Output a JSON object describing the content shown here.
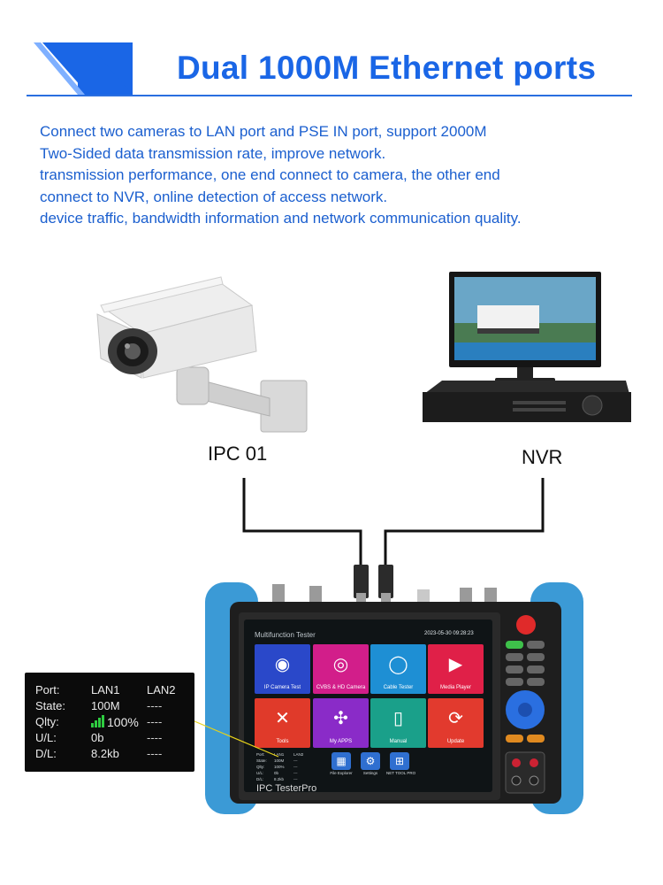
{
  "header": {
    "title": "Dual 1000M Ethernet ports",
    "accent_color": "#1a66e6"
  },
  "description": {
    "lines": [
      "Connect two cameras to LAN port and PSE IN port, support 2000M",
      "Two-Sided data transmission rate, improve network.",
      "transmission performance, one end connect to camera, the other end",
      "connect to NVR, online detection of access network.",
      "device traffic, bandwidth information and network communication quality."
    ]
  },
  "devices": {
    "ipc_label": "IPC 01",
    "nvr_label": "NVR"
  },
  "info_panel": {
    "rows": [
      {
        "label": "Port:",
        "lan1": "LAN1",
        "lan2": "LAN2"
      },
      {
        "label": "State:",
        "lan1": "100M",
        "lan2": "----"
      },
      {
        "label": "Qlty:",
        "lan1": "100%",
        "lan2": "----"
      },
      {
        "label": "U/L:",
        "lan1": "0b",
        "lan2": "----"
      },
      {
        "label": "D/L:",
        "lan1": "8.2kb",
        "lan2": "----"
      }
    ],
    "signal_color": "#2ecc40"
  },
  "screen": {
    "title": "Multifunction Tester",
    "status": "2023-05-30 09:28:23",
    "tiles": [
      {
        "label": "IP Camera Test",
        "icon": "ip-camera-icon",
        "color": "#2a48c9"
      },
      {
        "label": "CVBS & HD Camera",
        "icon": "cvbs-camera-icon",
        "color": "#d21e8a"
      },
      {
        "label": "Cable Tester",
        "icon": "cable-tester-icon",
        "color": "#1e8fd4"
      },
      {
        "label": "Media Player",
        "icon": "media-player-icon",
        "color": "#e02048"
      },
      {
        "label": "Tools",
        "icon": "tools-icon",
        "color": "#e03a2a"
      },
      {
        "label": "My APPS",
        "icon": "apps-icon",
        "color": "#8a2bc8"
      },
      {
        "label": "Manual",
        "icon": "manual-icon",
        "color": "#1aa08a"
      },
      {
        "label": "Update",
        "icon": "update-icon",
        "color": "#e23a2e"
      }
    ],
    "dock": [
      {
        "label": "File Explorer",
        "icon": "file-explorer-icon",
        "color": "#2f6fd0"
      },
      {
        "label": "Settings",
        "icon": "settings-icon",
        "color": "#2f6fd0"
      },
      {
        "label": "NET TOOL PRO",
        "icon": "net-tool-icon",
        "color": "#2f6fd0"
      }
    ],
    "mini_panel": {
      "rows": [
        [
          "Port:",
          "LAN1",
          "LAN2"
        ],
        [
          "State:",
          "100M",
          "---"
        ],
        [
          "Qlty:",
          "100%",
          "---"
        ],
        [
          "U/L:",
          "0b",
          "---"
        ],
        [
          "D/L:",
          "8.2kb",
          "---"
        ]
      ]
    },
    "brand": "IPC TesterPro"
  }
}
